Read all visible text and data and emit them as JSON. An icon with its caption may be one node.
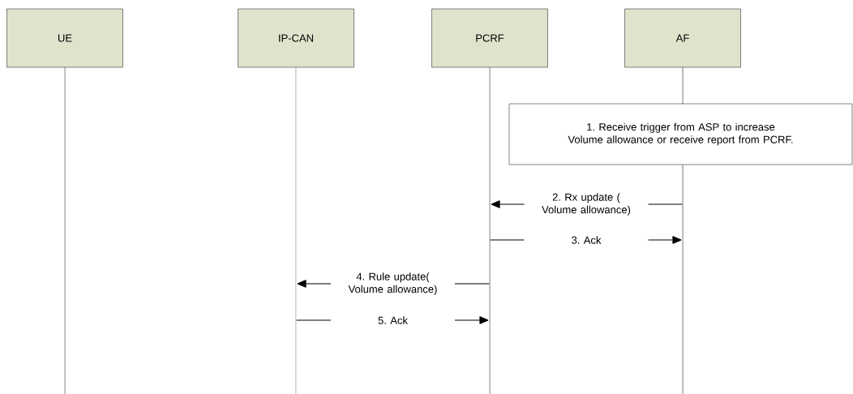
{
  "diagram": {
    "nodes": [
      {
        "text": [
          "UE"
        ]
      },
      {
        "text": [
          "IP-CAN"
        ]
      },
      {
        "text": [
          "PCRF"
        ]
      },
      {
        "text": [
          "AF"
        ]
      },
      {
        "text": [
          "1. Receive trigger from ASP to increase Volume allowance or receive report from PCRF."
        ]
      }
    ],
    "edges": [
      {
        "from": 3,
        "to": 2,
        "arrow": "to",
        "label": "2. Rx update ( Volume allowance)"
      },
      {
        "from": 2,
        "to": 3,
        "arrow": "to",
        "label": "3. Ack"
      },
      {
        "from": 2,
        "to": 1,
        "arrow": "to",
        "label": "4. Rule update( Volume allowance)"
      },
      {
        "from": 1,
        "to": 2,
        "arrow": "to",
        "label": "5. Ack"
      }
    ]
  }
}
